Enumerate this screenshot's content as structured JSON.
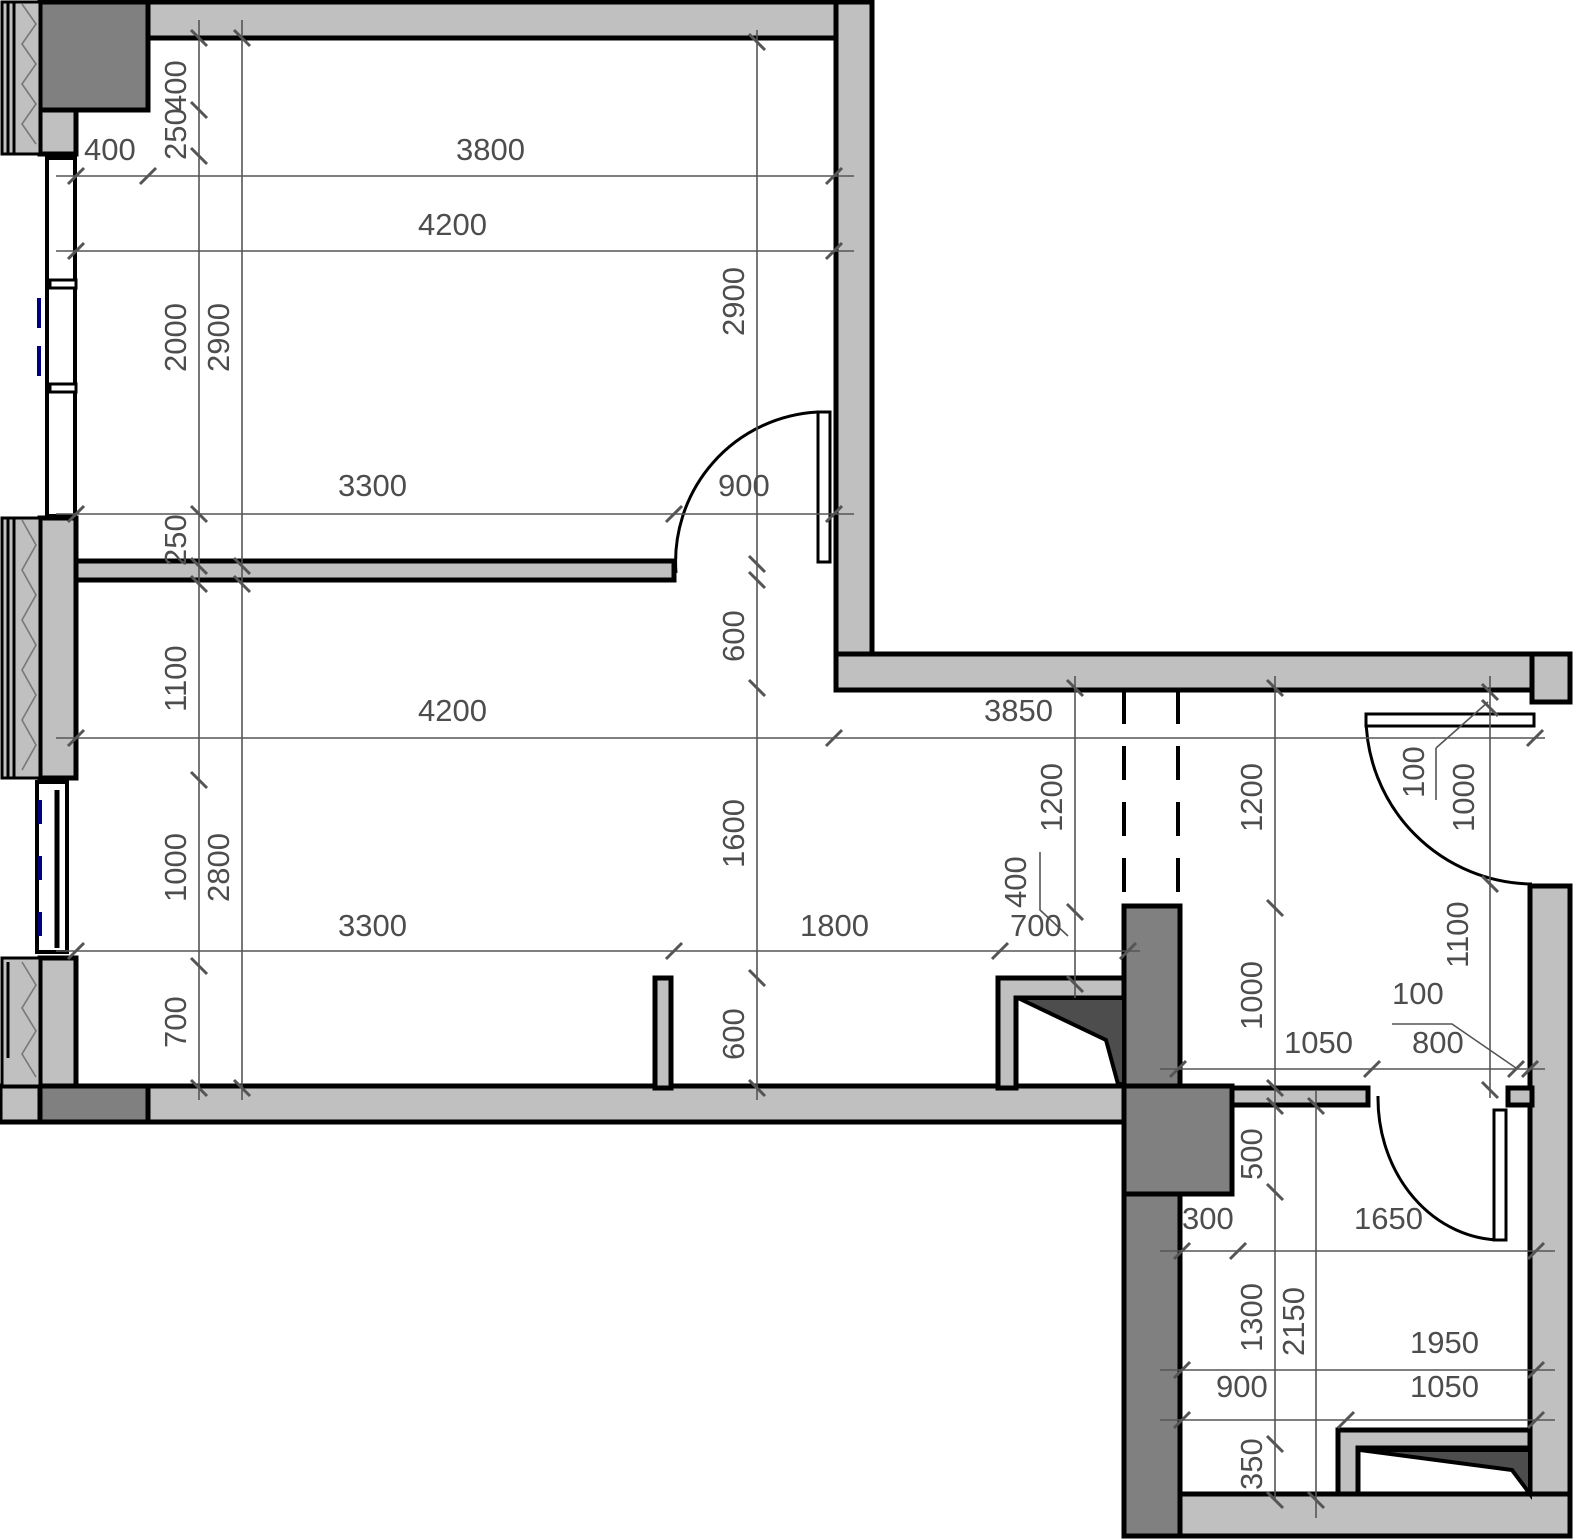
{
  "drawing": {
    "type": "architectural floor plan",
    "units": "mm",
    "colors": {
      "wall_fill": "#c0c0c0",
      "column_fill": "#808080",
      "fixture_fill": "#4d4d4d",
      "dimension_line": "#555555",
      "window_mark": "#000080"
    }
  },
  "dimensions": {
    "left_chain": {
      "d400_top": "400",
      "d250_top": "250",
      "d2000": "2000",
      "d250_mid": "250",
      "d1100": "1100",
      "d1000": "1000",
      "d700": "700"
    },
    "left_totals": {
      "d2900": "2900",
      "d2800": "2800"
    },
    "room1": {
      "width_3800": "3800",
      "width_4200": "4200",
      "height_2900": "2900",
      "window_offset_400": "400",
      "partition_3300": "3300",
      "door_900": "900"
    },
    "corridor": {
      "d600_upper": "600",
      "d1600": "1600",
      "d600_lower": "600",
      "width_4200": "4200",
      "width_3850": "3850",
      "d3300": "3300",
      "d1800": "1800",
      "d700": "700",
      "d400": "400",
      "d1200_left": "1200"
    },
    "hall": {
      "d1200": "1200",
      "d1000": "1000",
      "door_100": "100",
      "door_1000": "1000",
      "d1100": "1100",
      "d100_lower": "100",
      "d800": "800",
      "d1050": "1050"
    },
    "bathroom": {
      "d500": "500",
      "d300": "300",
      "d1650": "1650",
      "d1300": "1300",
      "d2150": "2150",
      "d1950": "1950",
      "d900": "900",
      "d1050": "1050",
      "d350": "350"
    }
  }
}
